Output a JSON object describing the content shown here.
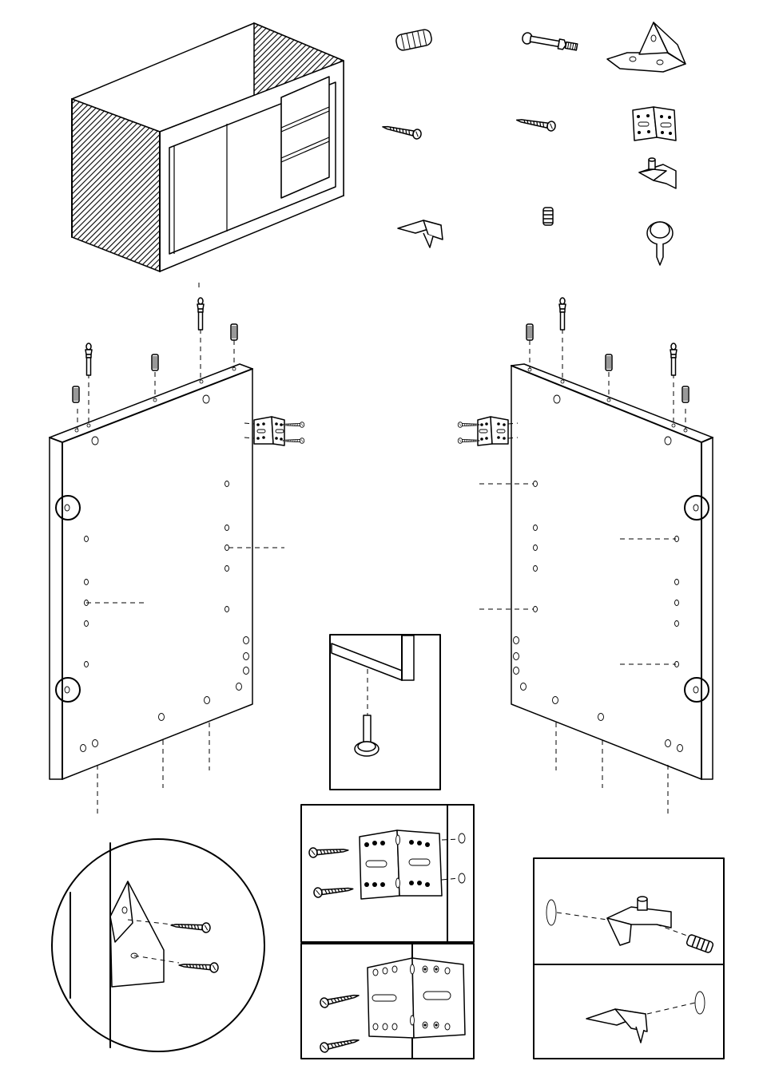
{
  "diagram": {
    "kind": "assembly-instruction",
    "style": "black line art on white",
    "hardware_parts": [
      "dowel",
      "cam-bolt",
      "triangle-bracket",
      "wood-screw",
      "wood-screw-small",
      "hinge-plate",
      "shelf-clip",
      "threaded-insert",
      "shelf-support-pin",
      "leveling-foot"
    ],
    "colors": {
      "line": "#000000",
      "background": "#ffffff"
    }
  }
}
